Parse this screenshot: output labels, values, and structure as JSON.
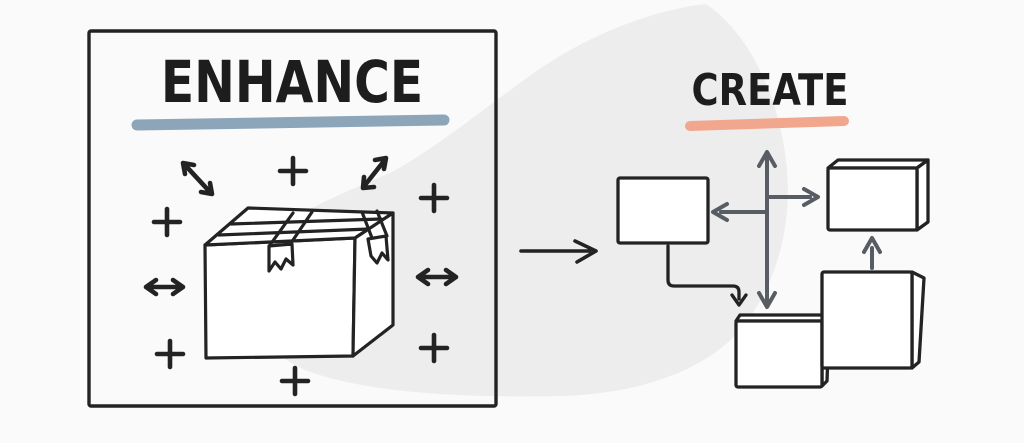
{
  "canvas": {
    "background": "#fafafa",
    "blob_color": "#ededee"
  },
  "colors": {
    "ink": "#232323",
    "gray_arrow": "#585d63",
    "node_fill": "#ffffff"
  },
  "enhance_section": {
    "title": "ENHANCE",
    "underline_color": "#8da5b9",
    "illustration": {
      "subject_icon": "package-box-icon",
      "plus_marks_count": 6,
      "diagonal_expand_arrows_count": 2,
      "horizontal_resize_arrows_count": 2
    }
  },
  "transition": {
    "icon": "right-arrow-icon"
  },
  "create_section": {
    "title": "CREATE",
    "underline_color": "#f1a78e",
    "illustration": {
      "node_count": 4,
      "connector_icons": [
        "vertical-double-arrow-icon",
        "left-arrow-icon",
        "right-arrow-icon",
        "elbow-arrow-icon",
        "up-arrow-icon"
      ]
    }
  }
}
